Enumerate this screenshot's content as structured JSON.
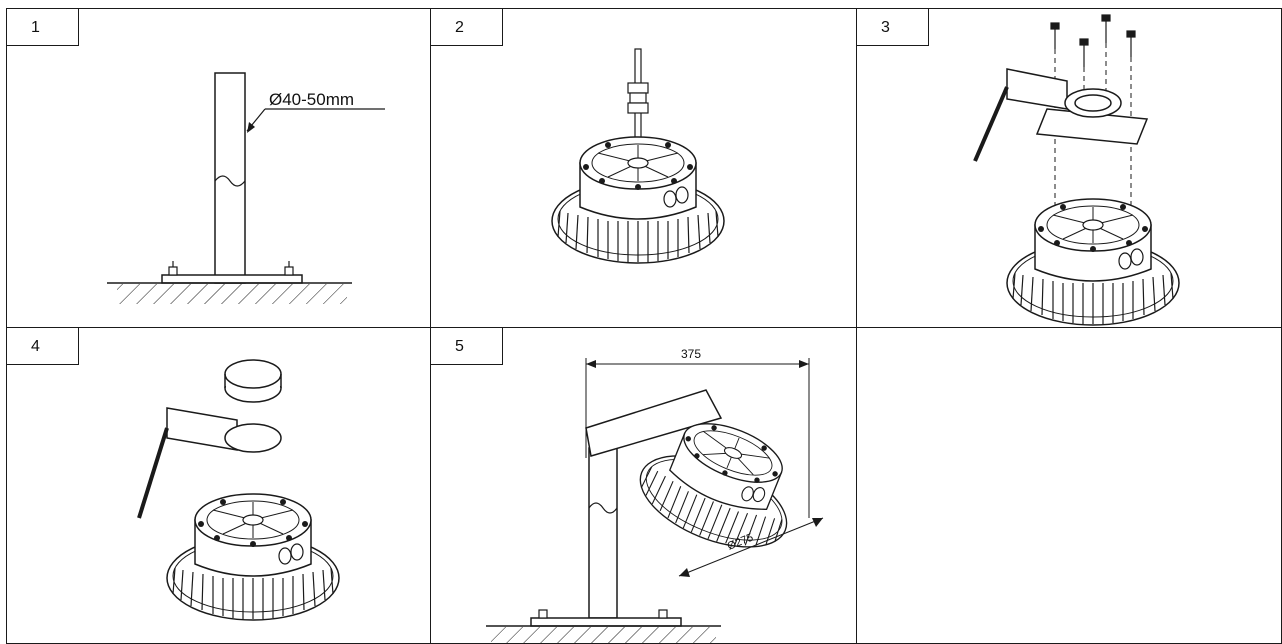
{
  "panels": [
    {
      "number": "1",
      "caption": "Ø40-50mm"
    },
    {
      "number": "2"
    },
    {
      "number": "3"
    },
    {
      "number": "4"
    },
    {
      "number": "5",
      "dimension_width": "375",
      "dimension_diameter": "Ø275"
    }
  ],
  "colors": {
    "line": "#1a1a1a",
    "background": "#ffffff"
  }
}
